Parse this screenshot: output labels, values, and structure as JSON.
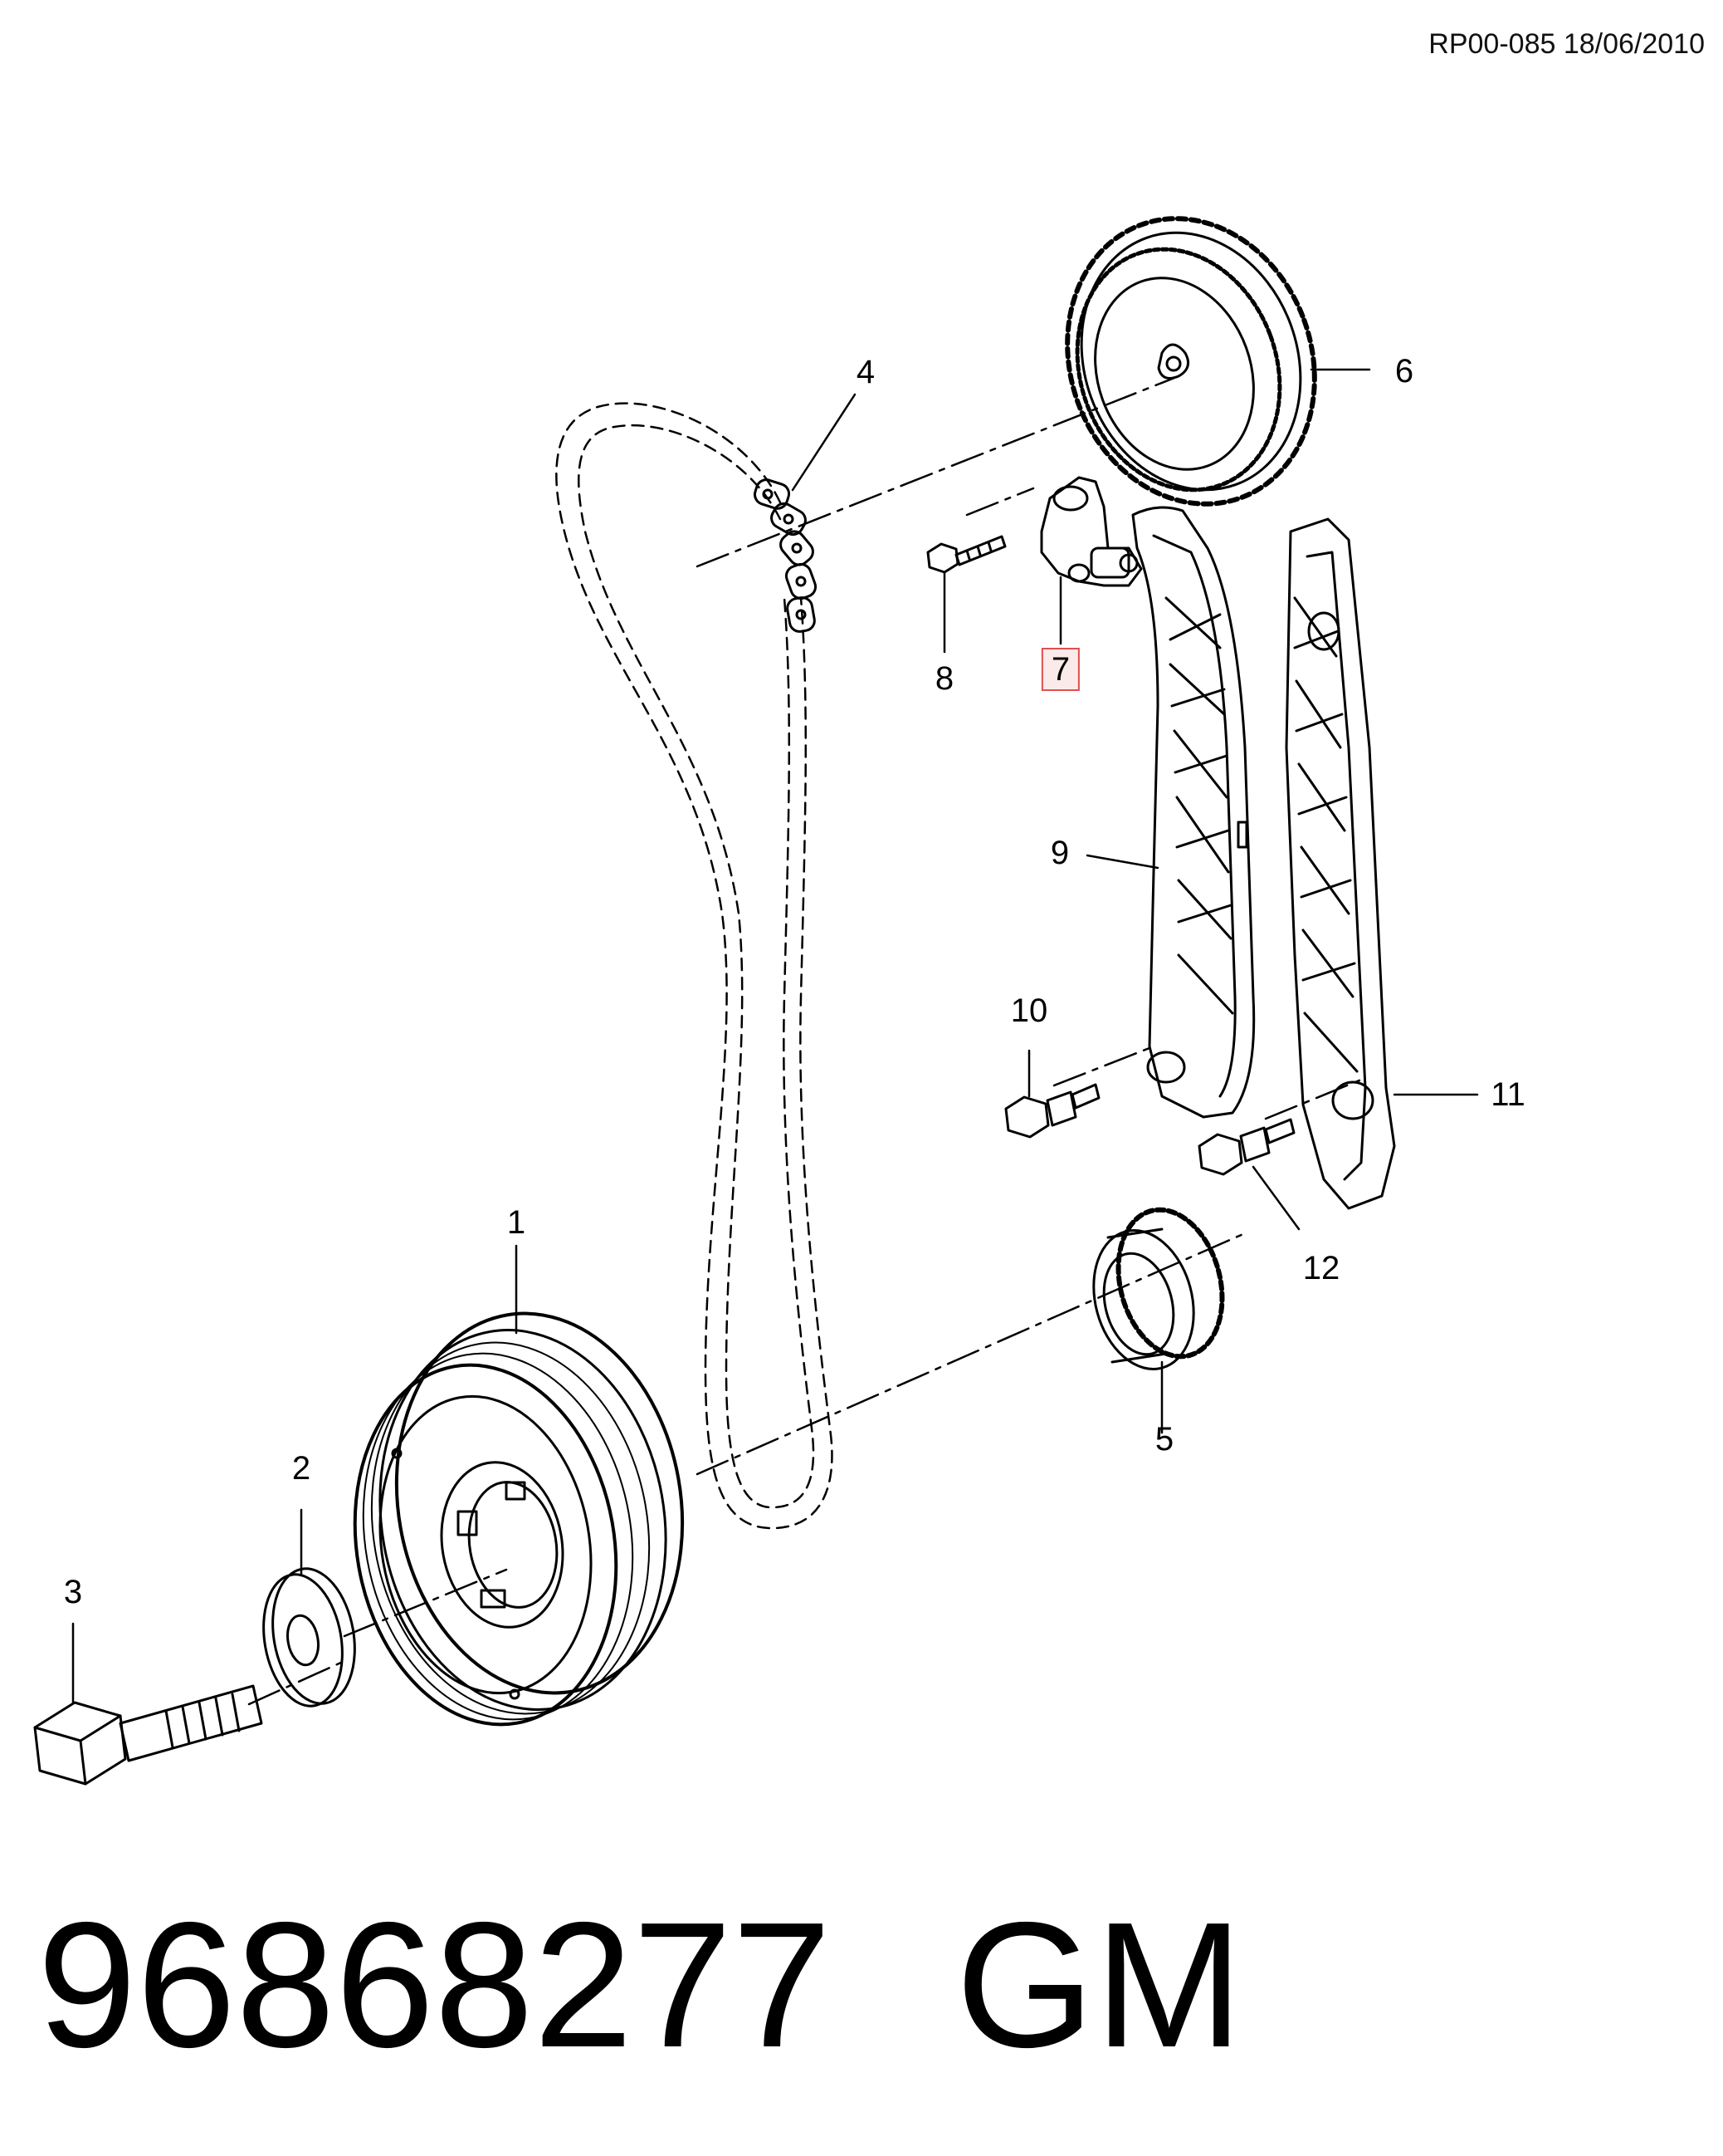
{
  "document_ref": "RP00-085 18/06/2010",
  "callouts": [
    {
      "id": "1",
      "label": "1"
    },
    {
      "id": "2",
      "label": "2"
    },
    {
      "id": "3",
      "label": "3"
    },
    {
      "id": "4",
      "label": "4"
    },
    {
      "id": "5",
      "label": "5"
    },
    {
      "id": "6",
      "label": "6"
    },
    {
      "id": "7",
      "label": "7",
      "highlighted": true
    },
    {
      "id": "8",
      "label": "8"
    },
    {
      "id": "9",
      "label": "9"
    },
    {
      "id": "10",
      "label": "10"
    },
    {
      "id": "11",
      "label": "11"
    },
    {
      "id": "12",
      "label": "12"
    }
  ],
  "part_number": "96868277",
  "brand": "GM",
  "colors": {
    "line": "#000000",
    "highlight_border": "#e05050",
    "highlight_fill": "#f4c0c0"
  }
}
